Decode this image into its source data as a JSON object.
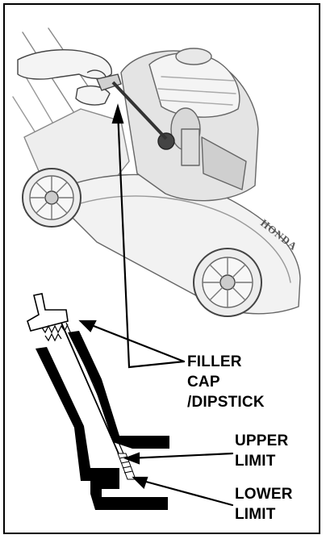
{
  "labels": {
    "filler_cap_dipstick": [
      "FILLER",
      "CAP",
      "/DIPSTICK"
    ],
    "upper_limit": [
      "UPPER",
      "LIMIT"
    ],
    "lower_limit": [
      "LOWER",
      "LIMIT"
    ]
  },
  "mower_brand_text": "HONDA",
  "colors": {
    "border": "#000000",
    "drawing_line": "#555555",
    "drawing_fill": "#d8d8d8",
    "tube_fill": "#000000",
    "background": "#ffffff"
  }
}
